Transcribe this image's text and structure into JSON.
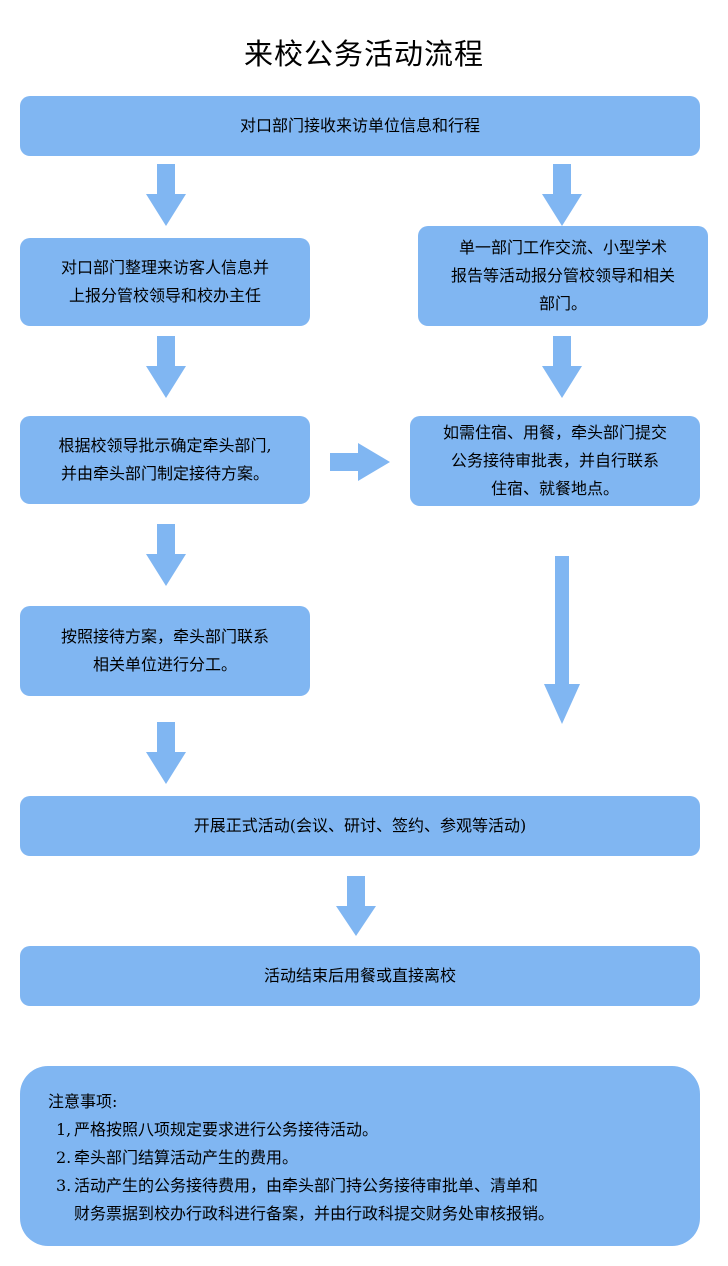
{
  "title": "来校公务活动流程",
  "boxes": {
    "step1": "对口部门接收来访单位信息和行程",
    "left2": "对口部门整理来访客人信息并\n上报分管校领导和校办主任",
    "right2": "单一部门工作交流、小型学术\n报告等活动报分管校领导和相关\n部门。",
    "left3": "根据校领导批示确定牵头部门,\n并由牵头部门制定接待方案。",
    "right3": "如需住宿、用餐，牵头部门提交\n公务接待审批表，并自行联系\n住宿、就餐地点。",
    "left4": "按照接待方案，牵头部门联系\n相关单位进行分工。",
    "step5": "开展正式活动(会议、研讨、签约、参观等活动)",
    "step6": "活动结束后用餐或直接离校"
  },
  "notes": {
    "title": "注意事项:",
    "items": [
      {
        "num": "1,",
        "text": "严格按照八项规定要求进行公务接待活动。"
      },
      {
        "num": "2.",
        "text": "牵头部门结算活动产生的费用。"
      },
      {
        "num": "3.",
        "text": "活动产生的公务接待费用，由牵头部门持公务接待审批单、清单和\n财务票据到校办行政科进行备案，并由行政科提交财务处审核报销。"
      }
    ]
  },
  "colors": {
    "box_fill": "#80b6f2",
    "arrow_fill": "#80b6f2",
    "text": "#000000"
  }
}
